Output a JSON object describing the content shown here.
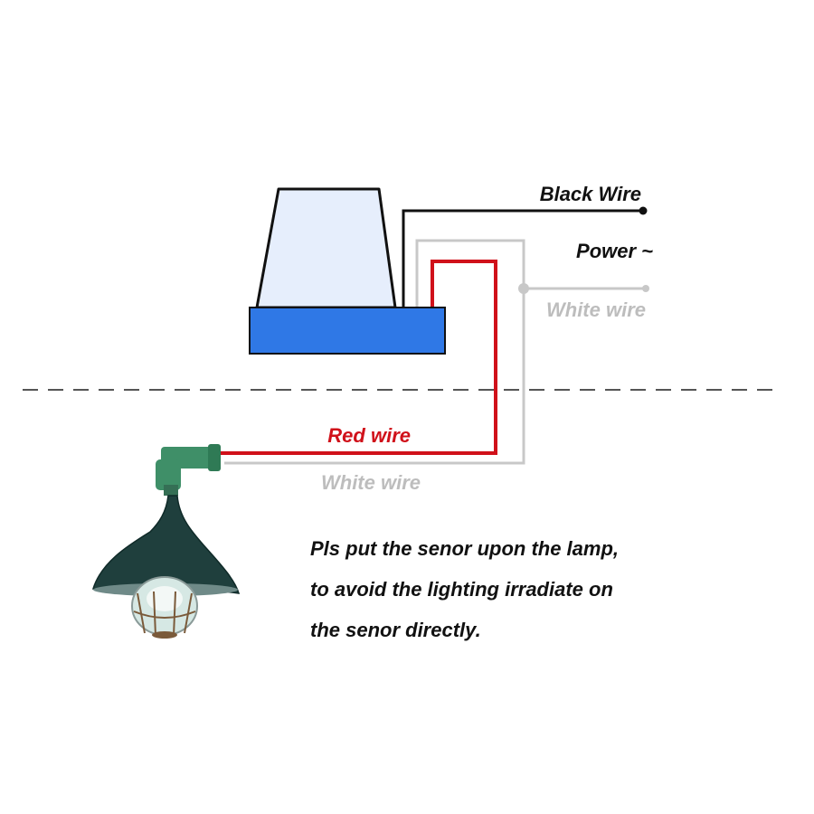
{
  "labels": {
    "black_wire": "Black Wire",
    "power": "Power ~",
    "white_wire_top": "White wire",
    "red_wire": "Red wire",
    "white_wire_bottom": "White wire"
  },
  "note": {
    "line1": "Pls put the senor upon the lamp,",
    "line2": "to avoid the lighting  irradiate on",
    "line3": "the senor directly."
  },
  "colors": {
    "black_wire": "#111111",
    "red_wire": "#d0111a",
    "white_wire": "#c8c8c8",
    "sensor_base": "#2f78e6",
    "sensor_dome": "#e6eefc",
    "lamp_shade": "#1f3f3d",
    "lamp_socket": "#3f8f68",
    "divider": "#555555"
  },
  "icons": {
    "sensor": "photocell-sensor-icon",
    "lamp": "street-lamp-icon"
  }
}
